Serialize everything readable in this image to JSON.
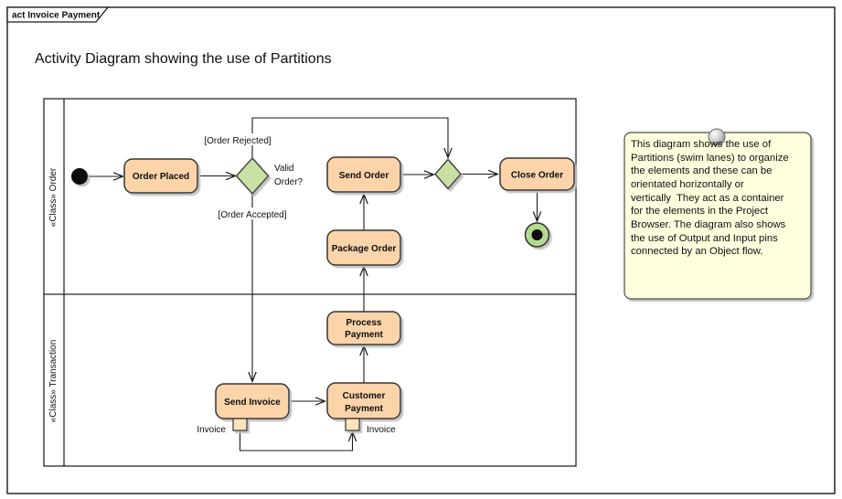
{
  "frame": {
    "tab_label": "act Invoice Payment"
  },
  "title": "Activity Diagram showing the use of Partitions",
  "lanes": [
    {
      "label": "«Class» Order"
    },
    {
      "label": "«Class» Transaction"
    }
  ],
  "nodes": {
    "order_placed": "Order Placed",
    "send_order": "Send Order",
    "close_order": "Close Order",
    "package_order": "Package Order",
    "process_payment": [
      "Process",
      "Payment"
    ],
    "send_invoice": "Send Invoice",
    "customer_payment": [
      "Customer",
      "Payment"
    ]
  },
  "decision": {
    "label": [
      "Valid",
      "Order?"
    ]
  },
  "guards": {
    "rejected": "[Order Rejected]",
    "accepted": "[Order Accepted]"
  },
  "pins": {
    "output": "Invoice",
    "input": "Invoice"
  },
  "note": {
    "lines": [
      "This diagram shows the use of",
      "Partitions (swim lanes) to organize",
      "the elements and these can be",
      "orientated horizontally or",
      "vertically  They act as a container",
      "for the elements in the Project",
      "Browser. The diagram also shows",
      "the use of Output and Input pins",
      "connected by an Object flow."
    ]
  },
  "colors": {
    "activity_fill": "#FBD5A9",
    "activity_border": "#343434",
    "decision_fill": "#C9E0A2",
    "decision_border": "#3F3F3F",
    "pin_fill": "#FBE3BC",
    "final_ring": "#B5D98F",
    "note_fill": "#FFFFDE",
    "note_border": "#4D4D4D",
    "edge": "#1A1A1A"
  }
}
